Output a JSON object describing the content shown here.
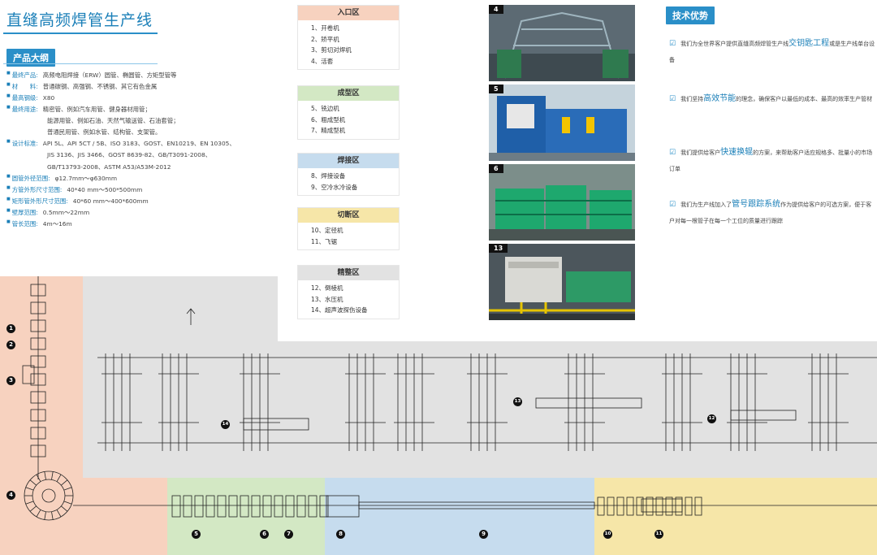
{
  "title": "直缝高频焊管生产线",
  "outline_tag": "产品大纲",
  "specs": [
    {
      "key": "最终产品:",
      "value": "高频电阻焊接（ERW）圆管、椭圆管、方矩型管等"
    },
    {
      "key": "材　　料:",
      "value": "普通碳钢、高强钢、不锈钢、其它有色金属"
    },
    {
      "key": "最高钢级:",
      "value": "X80"
    },
    {
      "key": "最终用途:",
      "value": "精密管、例如汽车用管、健身器材用管；"
    },
    {
      "key": "",
      "value": "能源用管、例如石油、天然气输送管、石油套管；"
    },
    {
      "key": "",
      "value": "普通民用管、例如水管、结构管、支架管。"
    },
    {
      "key": "设计标准:",
      "value": "API 5L、API 5CT / 5B、ISO 3183、GOST、EN10219、EN 10305、"
    },
    {
      "key": "",
      "value": "JIS 3136、JIS 3466、GOST 8639-82、GB/T3091-2008、"
    },
    {
      "key": "",
      "value": "GB/T13793-2008、ASTM A53/A53M-2012"
    },
    {
      "key": "圆管外径范围:",
      "value": "φ12.7mm～φ630mm"
    },
    {
      "key": "方管外形尺寸范围:",
      "value": "40*40 mm～500*500mm"
    },
    {
      "key": "矩形管外形尺寸范围:",
      "value": "40*60 mm～400*600mm"
    },
    {
      "key": "壁厚范围:",
      "value": "0.5mm～22mm"
    },
    {
      "key": "管长范围:",
      "value": "4m～16m"
    }
  ],
  "zones": [
    {
      "name": "入口区",
      "color": "#f7d2bf",
      "items": [
        "1、开卷机",
        "2、矫平机",
        "3、剪切对焊机",
        "4、活套"
      ]
    },
    {
      "name": "成型区",
      "color": "#d3e8c4",
      "items": [
        "5、铣边机",
        "6、粗成型机",
        "7、精成型机"
      ]
    },
    {
      "name": "焊接区",
      "color": "#c6dcee",
      "items": [
        "8、焊接设备",
        "9、空冷水冷设备"
      ]
    },
    {
      "name": "切断区",
      "color": "#f6e6a8",
      "items": [
        "10、定径机",
        "11、飞锯"
      ]
    },
    {
      "name": "精整区",
      "color": "#e2e2e2",
      "items": [
        "12、倒棱机",
        "13、水压机",
        "14、超声波探伤设备"
      ]
    }
  ],
  "photos": [
    {
      "num": "4"
    },
    {
      "num": "5"
    },
    {
      "num": "6"
    },
    {
      "num": "13"
    }
  ],
  "tech_tag": "技术优势",
  "tech": [
    {
      "pre": "我们为全世界客户提供直缝高频焊管生产线",
      "hl": "交钥匙工程",
      "post": "或是生产线单台设备"
    },
    {
      "pre": "我们坚持",
      "hl": "高效节能",
      "post": "的理念，确保客户以最低的成本、最高的效率生产管材"
    },
    {
      "pre": "我们提供给客户",
      "hl": "快速换辊",
      "post": "的方案，来帮助客户适应规格多、批量小的市场订单"
    },
    {
      "pre": "我们为生产线加入了",
      "hl": "管号跟踪系统",
      "post": "作为提供给客户的可选方案，便于客户对每一根管子在每一个工位的质量进行跟踪"
    }
  ],
  "layout_numbers": [
    "1",
    "2",
    "3",
    "4",
    "5",
    "6",
    "7",
    "8",
    "9",
    "10",
    "11",
    "12",
    "13",
    "14"
  ],
  "colors": {
    "accent": "#2a8fc8",
    "entry": "#f7d2bf",
    "forming": "#d3e8c4",
    "welding": "#c6dcee",
    "cutting": "#f6e6a8",
    "finishing": "#e2e2e2"
  }
}
